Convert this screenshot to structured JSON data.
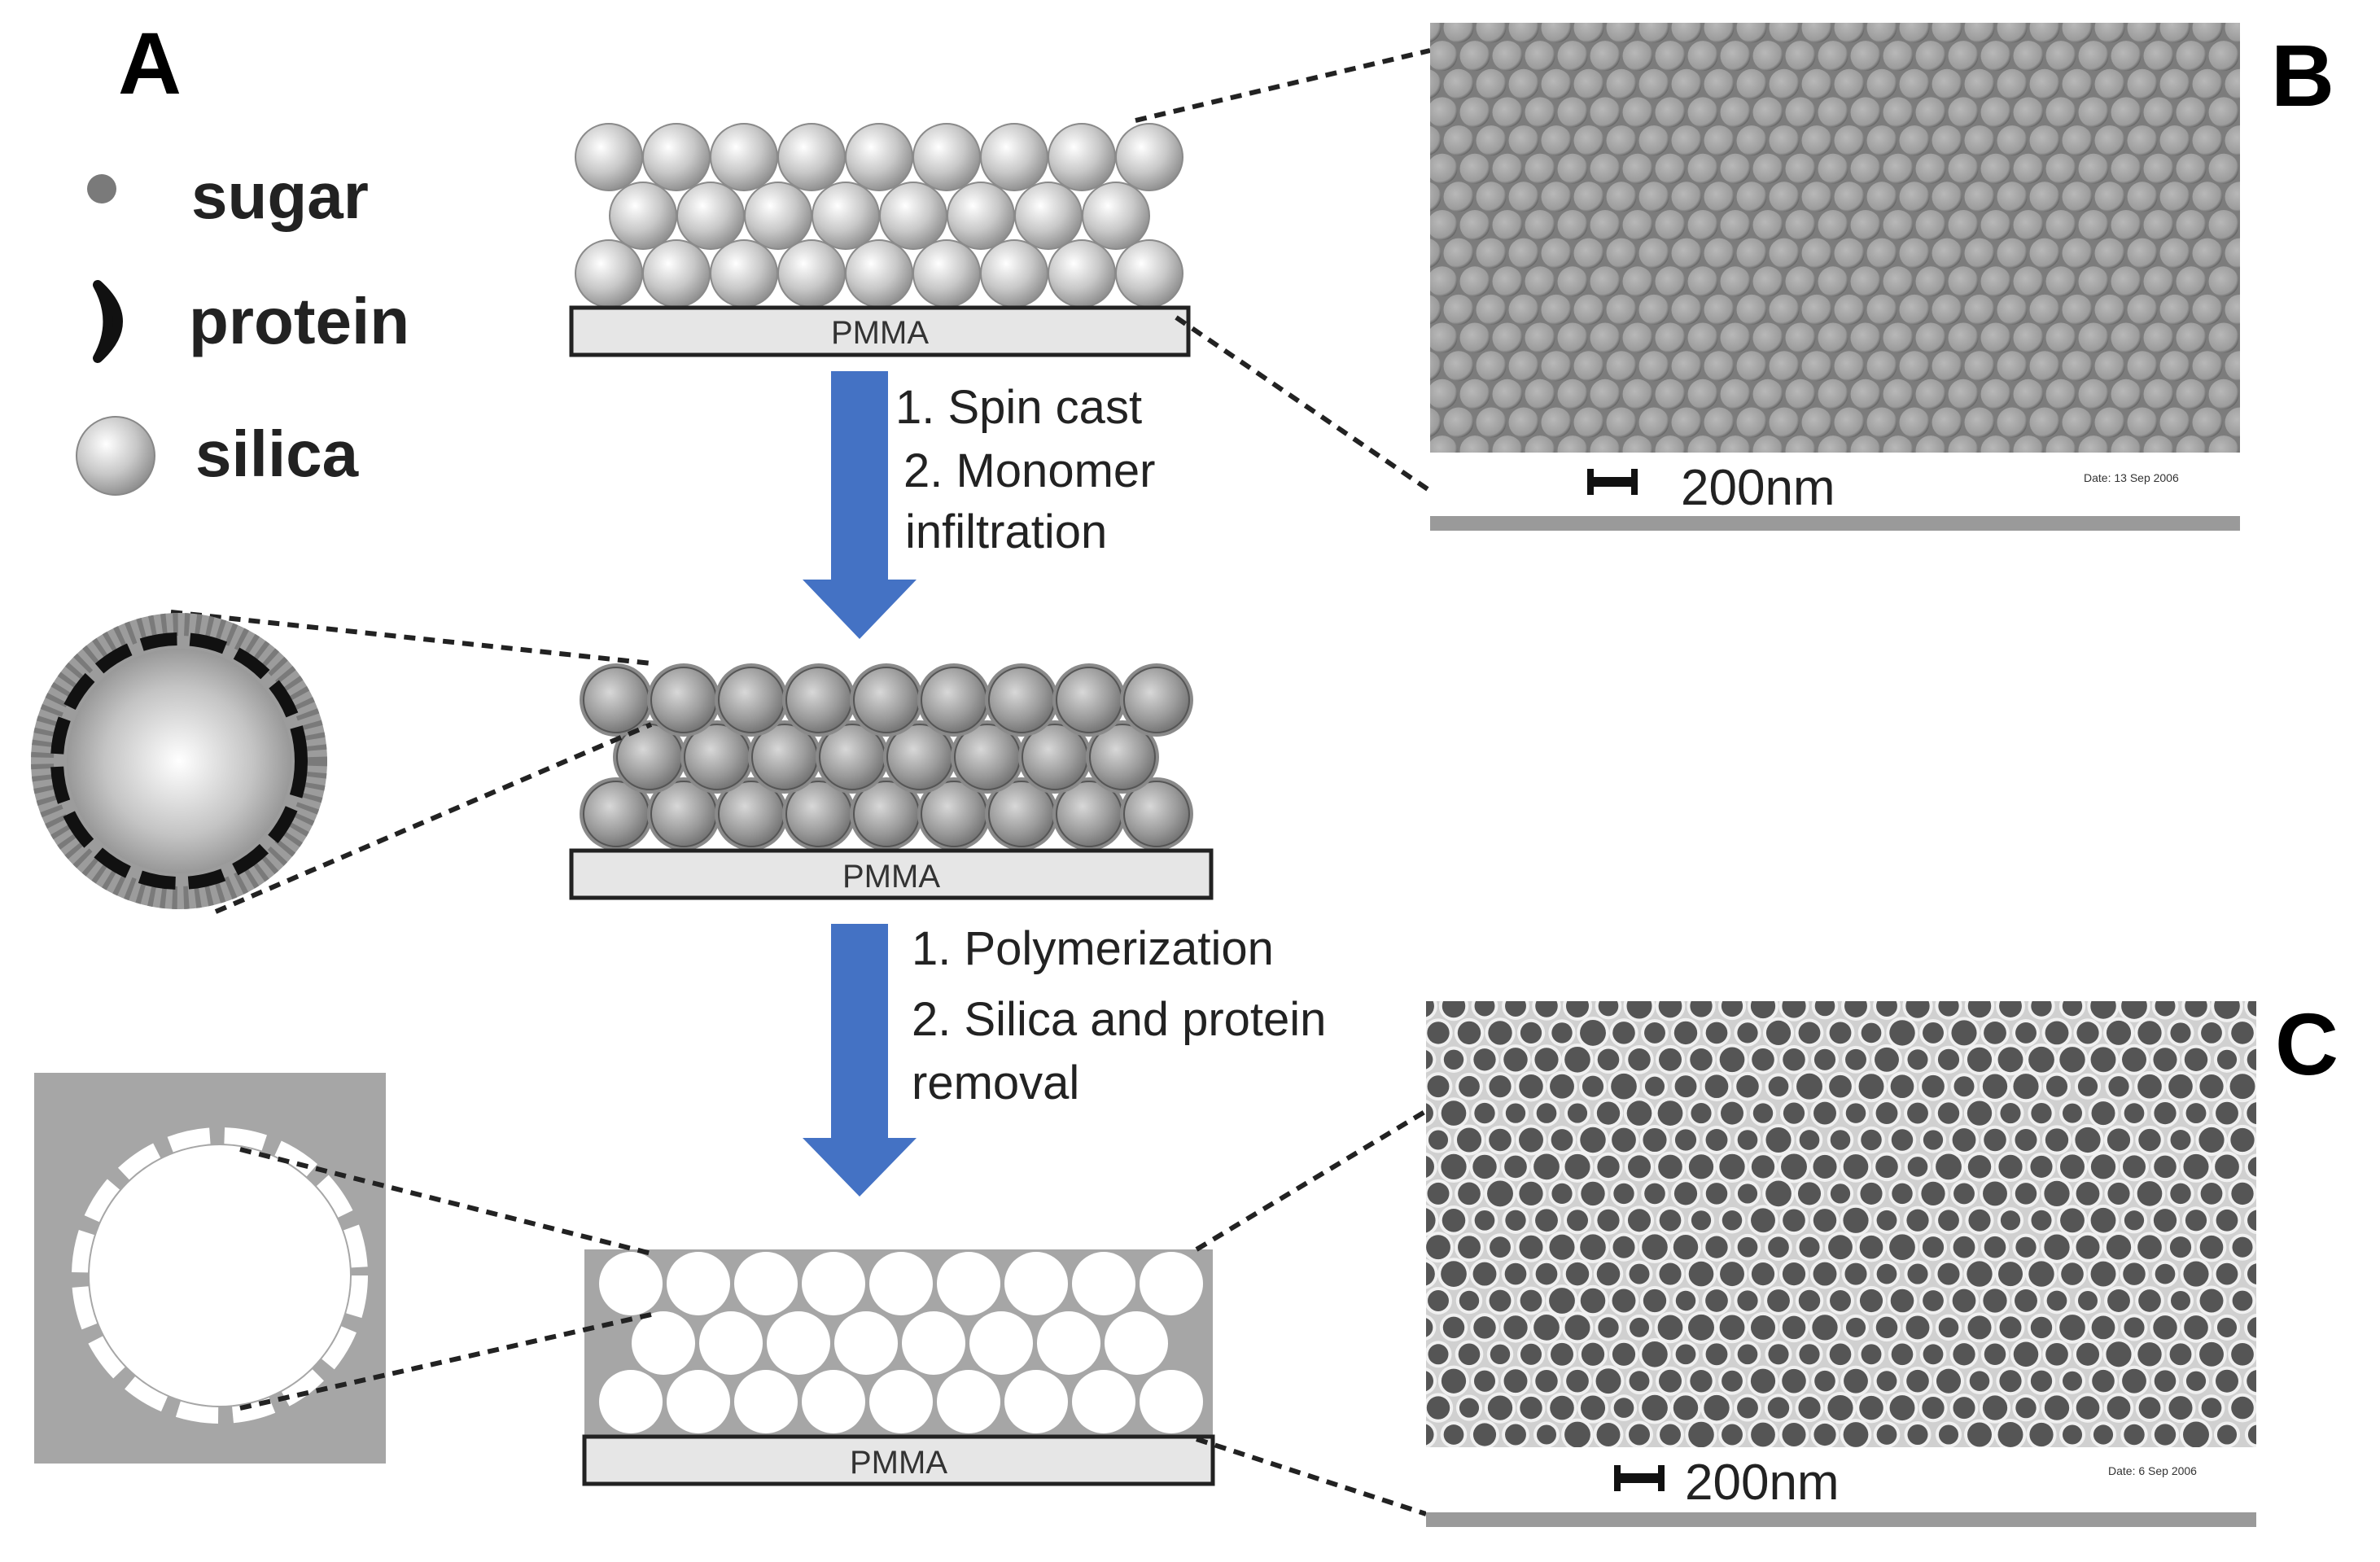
{
  "panels": {
    "a": "A",
    "b": "B",
    "c": "C"
  },
  "legend": {
    "items": [
      {
        "label": "sugar",
        "icon": "sugar-dot-icon"
      },
      {
        "label": "protein",
        "icon": "protein-crescent-icon"
      },
      {
        "label": "silica",
        "icon": "silica-sphere-icon"
      }
    ]
  },
  "substrate": {
    "label_top": "PMMA",
    "label_mid": "PMMA",
    "label_bottom": "PMMA"
  },
  "step1": {
    "line1": "1. Spin cast",
    "line2": "2. Monomer",
    "line3": "infiltration"
  },
  "step2": {
    "line1": "1. Polymerization",
    "line2": "2. Silica and protein",
    "line3": "removal"
  },
  "sem_b": {
    "scale_label": "200nm",
    "date": "Date: 13 Sep 2006"
  },
  "sem_c": {
    "scale_label": "200nm",
    "date": "Date: 6 Sep 2006"
  },
  "colors": {
    "arrow": "#4472c4",
    "matrix": "#a6a6a6",
    "substrate": "#e6e6e6"
  }
}
